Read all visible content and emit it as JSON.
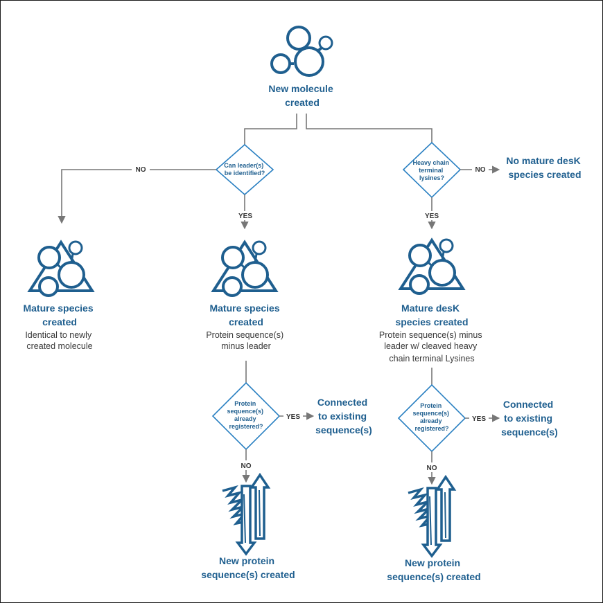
{
  "top": {
    "title": [
      "New molecule",
      "created"
    ]
  },
  "q_leader": {
    "text": [
      "Can leader(s)",
      "be identified?"
    ],
    "no_label": "NO",
    "yes_label": "YES"
  },
  "q_lysine": {
    "text": [
      "Heavy chain",
      "terminal",
      "lysines?"
    ],
    "no_label": "NO",
    "yes_label": "YES"
  },
  "no_desk": {
    "title": [
      "No mature desK",
      "species created"
    ]
  },
  "mature_left": {
    "title": [
      "Mature species",
      "created"
    ],
    "desc": [
      "Identical to newly",
      "created molecule"
    ]
  },
  "mature_mid": {
    "title": [
      "Mature species",
      "created"
    ],
    "desc": [
      "Protein sequence(s)",
      "minus leader"
    ]
  },
  "mature_right": {
    "title": [
      "Mature desK",
      "species created"
    ],
    "desc": [
      "Protein sequence(s) minus",
      "leader w/ cleaved heavy",
      "chain terminal Lysines"
    ]
  },
  "q_reg_mid": {
    "text": [
      "Protein",
      "sequence(s)",
      "already",
      "registered?"
    ],
    "yes_label": "YES",
    "no_label": "NO"
  },
  "q_reg_right": {
    "text": [
      "Protein",
      "sequence(s)",
      "already",
      "registered?"
    ],
    "yes_label": "YES",
    "no_label": "NO"
  },
  "connected_mid": {
    "title": [
      "Connected",
      "to existing",
      "sequence(s)"
    ]
  },
  "connected_right": {
    "title": [
      "Connected",
      "to existing",
      "sequence(s)"
    ]
  },
  "new_protein_mid": {
    "title": [
      "New protein",
      "sequence(s) created"
    ]
  },
  "new_protein_right": {
    "title": [
      "New protein",
      "sequence(s) created"
    ]
  },
  "icons": {
    "molecule": "molecule-icon",
    "mature": "mature-species-icon",
    "protein": "protein-structure-icon"
  },
  "colors": {
    "title": "#1f5f8f",
    "diamond": "#2a80c2",
    "connector": "#777777",
    "text": "#3a3a3a"
  }
}
